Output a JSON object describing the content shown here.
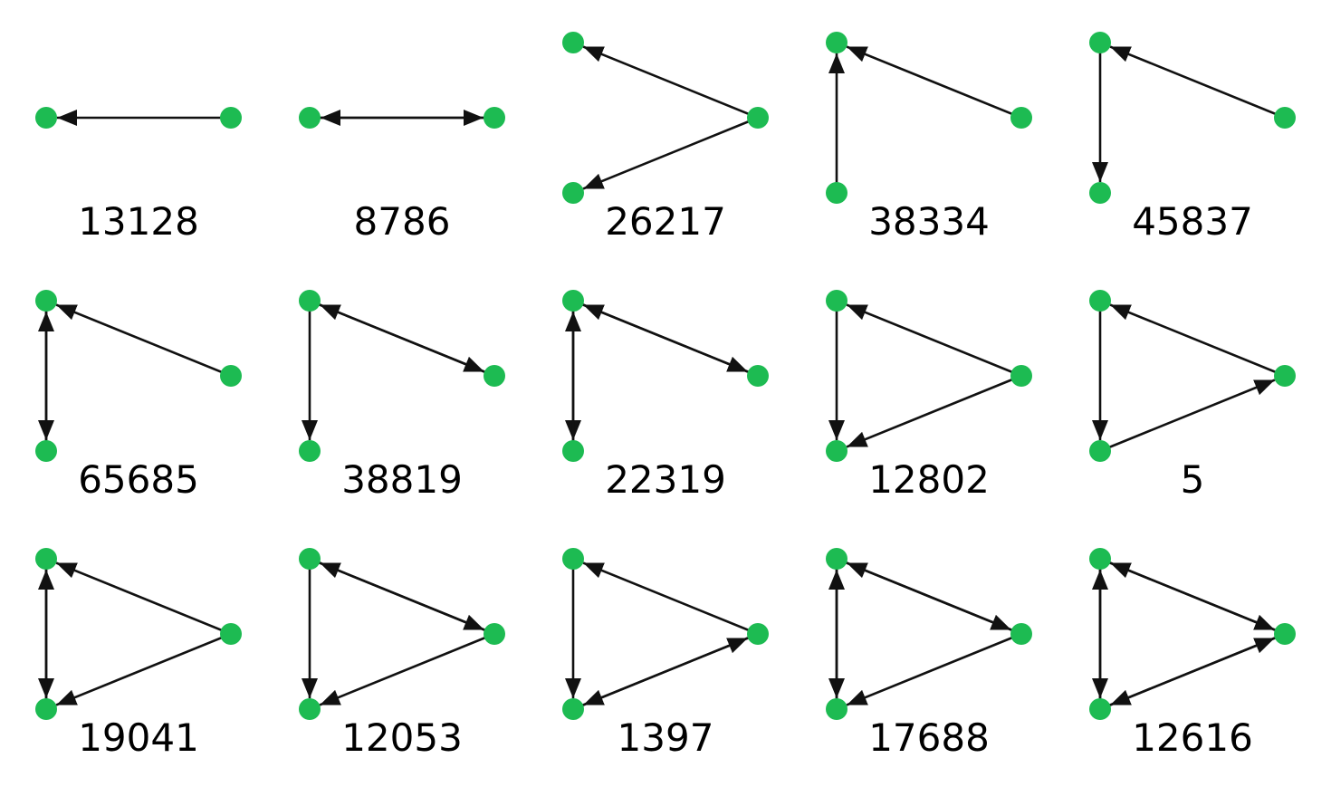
{
  "style": {
    "node_color": "#1dbb52",
    "edge_color": "#111111",
    "background": "#ffffff"
  },
  "motifs": [
    {
      "label": "13128",
      "edges": [
        [
          "B",
          "A"
        ]
      ]
    },
    {
      "label": "8786",
      "edges": [
        [
          "B",
          "A"
        ],
        [
          "A",
          "B"
        ]
      ]
    },
    {
      "label": "26217",
      "edges": [
        [
          "B",
          "A"
        ],
        [
          "B",
          "C"
        ]
      ]
    },
    {
      "label": "38334",
      "edges": [
        [
          "B",
          "A"
        ],
        [
          "C",
          "A"
        ]
      ]
    },
    {
      "label": "45837",
      "edges": [
        [
          "B",
          "A"
        ],
        [
          "A",
          "C"
        ]
      ]
    },
    {
      "label": "65685",
      "edges": [
        [
          "B",
          "A"
        ],
        [
          "A",
          "C"
        ],
        [
          "C",
          "A"
        ]
      ]
    },
    {
      "label": "38819",
      "edges": [
        [
          "B",
          "A"
        ],
        [
          "A",
          "B"
        ],
        [
          "A",
          "C"
        ]
      ]
    },
    {
      "label": "22319",
      "edges": [
        [
          "B",
          "A"
        ],
        [
          "A",
          "B"
        ],
        [
          "A",
          "C"
        ],
        [
          "C",
          "A"
        ]
      ]
    },
    {
      "label": "12802",
      "edges": [
        [
          "B",
          "A"
        ],
        [
          "B",
          "C"
        ],
        [
          "A",
          "C"
        ]
      ]
    },
    {
      "label": "5",
      "edges": [
        [
          "B",
          "A"
        ],
        [
          "A",
          "C"
        ],
        [
          "C",
          "B"
        ]
      ]
    },
    {
      "label": "19041",
      "edges": [
        [
          "B",
          "A"
        ],
        [
          "B",
          "C"
        ],
        [
          "A",
          "C"
        ],
        [
          "C",
          "A"
        ]
      ]
    },
    {
      "label": "12053",
      "edges": [
        [
          "B",
          "A"
        ],
        [
          "A",
          "B"
        ],
        [
          "B",
          "C"
        ],
        [
          "A",
          "C"
        ]
      ]
    },
    {
      "label": "1397",
      "edges": [
        [
          "B",
          "A"
        ],
        [
          "A",
          "C"
        ],
        [
          "C",
          "B"
        ],
        [
          "B",
          "C"
        ]
      ]
    },
    {
      "label": "17688",
      "edges": [
        [
          "B",
          "A"
        ],
        [
          "A",
          "B"
        ],
        [
          "B",
          "C"
        ],
        [
          "A",
          "C"
        ],
        [
          "C",
          "A"
        ]
      ]
    },
    {
      "label": "12616",
      "edges": [
        [
          "B",
          "A"
        ],
        [
          "A",
          "B"
        ],
        [
          "B",
          "C"
        ],
        [
          "C",
          "B"
        ],
        [
          "A",
          "C"
        ],
        [
          "C",
          "A"
        ]
      ]
    }
  ]
}
